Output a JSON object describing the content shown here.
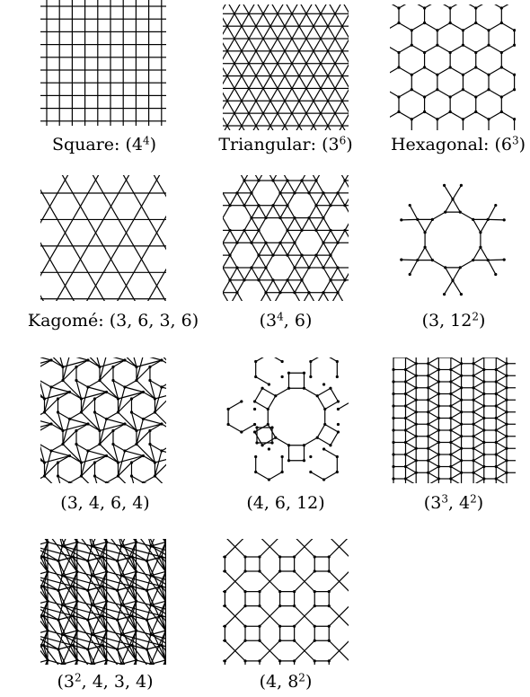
{
  "figure": {
    "tilings": [
      {
        "id": "square",
        "caption_prefix": "Square: ",
        "notation": "(4",
        "sup": "4",
        "notation_end": ")"
      },
      {
        "id": "triangular",
        "caption_prefix": "Triangular: ",
        "notation": "(3",
        "sup": "6",
        "notation_end": ")"
      },
      {
        "id": "hexagonal",
        "caption_prefix": "Hexagonal: ",
        "notation": "(6",
        "sup": "3",
        "notation_end": ")"
      },
      {
        "id": "kagome",
        "caption_prefix": "Kagomé: ",
        "notation": "(3, 6, 3, 6)",
        "sup": "",
        "notation_end": ""
      },
      {
        "id": "snub-hexagonal",
        "caption_prefix": "",
        "notation": "(3",
        "sup": "4",
        "notation_end": ", 6)"
      },
      {
        "id": "truncated-hexagonal",
        "caption_prefix": "",
        "notation": "(3, 12",
        "sup": "2",
        "notation_end": ")"
      },
      {
        "id": "rhombitrihexagonal",
        "caption_prefix": "",
        "notation": "(3, 4, 6, 4)",
        "sup": "",
        "notation_end": ""
      },
      {
        "id": "truncated-trihexagonal",
        "caption_prefix": "",
        "notation": "(4, 6, 12)",
        "sup": "",
        "notation_end": ""
      },
      {
        "id": "elongated-triangular",
        "caption_prefix": "",
        "notation": "(3",
        "sup": "3",
        "notation_end": ", 4",
        "sup2": "2",
        "notation_end2": ")"
      },
      {
        "id": "snub-square",
        "caption_prefix": "",
        "notation": "(3",
        "sup": "2",
        "notation_end": ", 4, 3, 4)"
      },
      {
        "id": "truncated-square",
        "caption_prefix": "",
        "notation": "(4, 8",
        "sup": "2",
        "notation_end": ")"
      }
    ]
  },
  "colors": {
    "stroke": "#000000",
    "background": "#ffffff"
  }
}
